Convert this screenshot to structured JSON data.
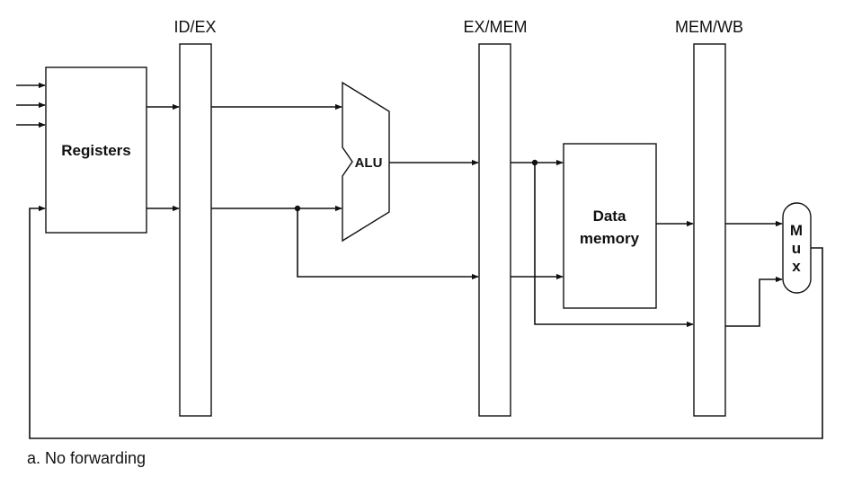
{
  "pipeline_registers": {
    "id_ex": "ID/EX",
    "ex_mem": "EX/MEM",
    "mem_wb": "MEM/WB"
  },
  "units": {
    "registers": "Registers",
    "alu": "ALU",
    "data_memory_line1": "Data",
    "data_memory_line2": "memory",
    "mux_letters": [
      "M",
      "u",
      "x"
    ]
  },
  "caption": "a. No forwarding"
}
